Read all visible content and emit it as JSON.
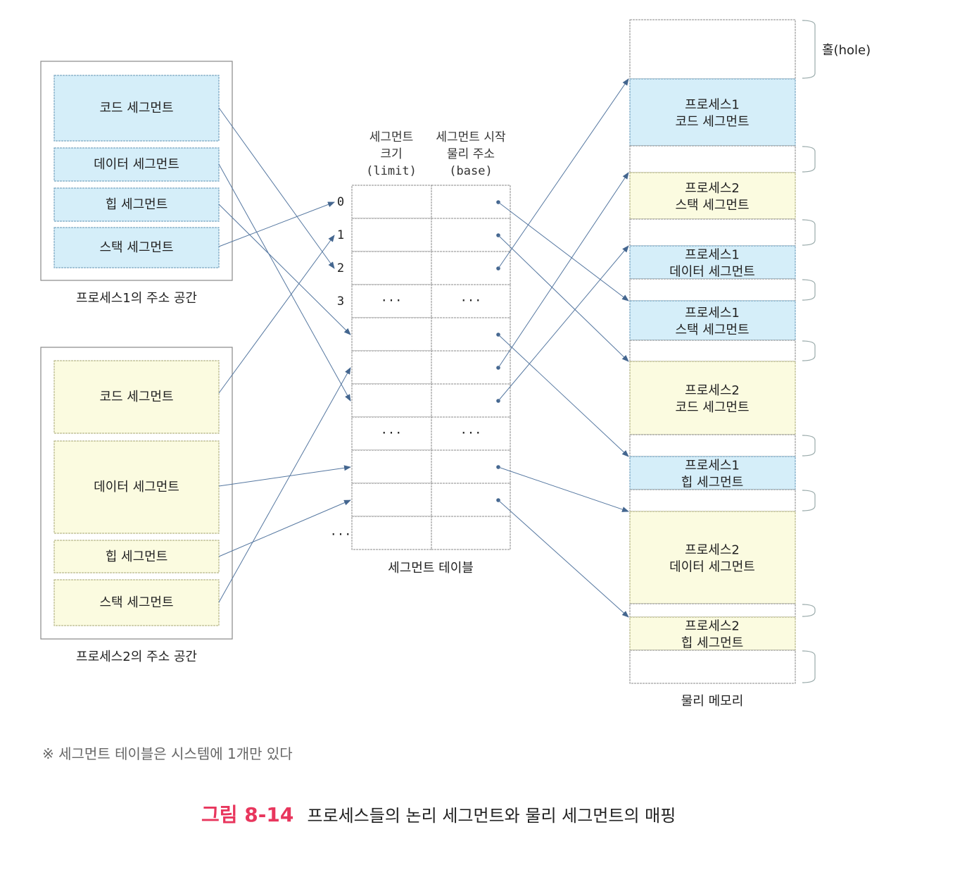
{
  "process1": {
    "title": "프로세스1의 주소 공간",
    "segments": [
      "코드 세그먼트",
      "데이터 세그먼트",
      "힙 세그먼트",
      "스택 세그먼트"
    ]
  },
  "process2": {
    "title": "프로세스2의 주소 공간",
    "segments": [
      "코드 세그먼트",
      "데이터 세그먼트",
      "힙 세그먼트",
      "스택 세그먼트"
    ]
  },
  "table": {
    "title": "세그먼트 테이블",
    "limit_header": [
      "세그먼트",
      "크기",
      "(limit)"
    ],
    "base_header": [
      "세그먼트 시작",
      "물리 주소",
      "(base)"
    ],
    "row_indices": [
      "0",
      "1",
      "2",
      "3"
    ],
    "ellipsis": "···",
    "more": "···"
  },
  "memory": {
    "title": "물리 메모리",
    "hole_label": "홀(hole)",
    "blocks": [
      {
        "line1": "프로세스1",
        "line2": "코드 세그먼트"
      },
      {
        "line1": "프로세스2",
        "line2": "스택 세그먼트"
      },
      {
        "line1": "프로세스1",
        "line2": "데이터 세그먼트"
      },
      {
        "line1": "프로세스1",
        "line2": "스택 세그먼트"
      },
      {
        "line1": "프로세스2",
        "line2": "코드 세그먼트"
      },
      {
        "line1": "프로세스1",
        "line2": "힙 세그먼트"
      },
      {
        "line1": "프로세스2",
        "line2": "데이터 세그먼트"
      },
      {
        "line1": "프로세스2",
        "line2": "힙 세그먼트"
      }
    ]
  },
  "mappings": [
    {
      "from": "p1-code",
      "row": 2,
      "to": "mem-0"
    },
    {
      "from": "p1-data",
      "row": 6,
      "to": "mem-2"
    },
    {
      "from": "p1-heap",
      "row": 4,
      "to": "mem-5"
    },
    {
      "from": "p1-stack",
      "row": 0,
      "to": "mem-3"
    },
    {
      "from": "p2-code",
      "row": 1,
      "to": "mem-4"
    },
    {
      "from": "p2-data",
      "row": 8,
      "to": "mem-6"
    },
    {
      "from": "p2-heap",
      "row": 9,
      "to": "mem-7"
    },
    {
      "from": "p2-stack",
      "row": 5,
      "to": "mem-1"
    }
  ],
  "footnote": "※ 세그먼트 테이블은 시스템에 1개만 있다",
  "caption": {
    "number": "그림 8-14",
    "text": "프로세스들의 논리 세그먼트와 물리 세그먼트의 매핑"
  },
  "colors": {
    "process1": "#d5eef9",
    "process2": "#fbfbe0",
    "caption": "#e8365d",
    "arrow": "#5577a0"
  }
}
